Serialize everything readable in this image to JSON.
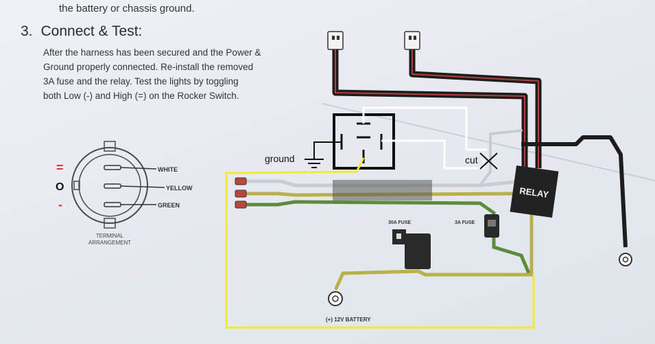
{
  "instructions": {
    "top_line": "the battery or chassis ground.",
    "step_number": "3.",
    "step_title": "Connect & Test:",
    "body_lines": [
      "After the harness has been secured and the Power &",
      "Ground properly connected. Re-install the removed",
      "3A fuse and the relay. Test the lights by toggling",
      "both Low (-) and High (=) on the Rocker Switch."
    ]
  },
  "terminal_arrangement": {
    "labels": {
      "white": "WHITE",
      "yellow": "YELLOW",
      "green": "GREEN"
    },
    "symbols": {
      "high": "=",
      "off": "O",
      "low": "-"
    },
    "caption_line1": "TERMINAL",
    "caption_line2": "ARRANGEMENT"
  },
  "harness": {
    "relay_label": "RELAY",
    "fuse_30a_label": "30A FUSE",
    "fuse_3a_label": "3A FUSE",
    "battery_label": "(+) 12V BATTERY"
  },
  "annotations": {
    "ground_label": "ground",
    "cut_label": "cut",
    "highlight_color": "#f2ea30",
    "relay_overlay_color": "#111111",
    "wire_overlay_color": "#ffffff"
  }
}
